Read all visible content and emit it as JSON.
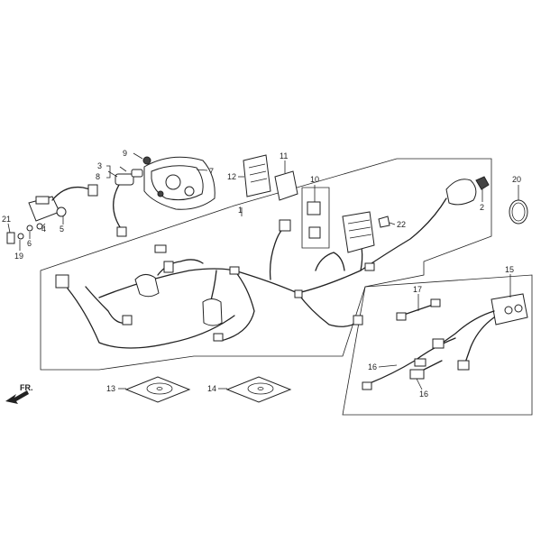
{
  "callouts": {
    "p1": "1",
    "p2": "2",
    "p3": "3",
    "p4": "4",
    "p5": "5",
    "p6": "6",
    "p7": "7",
    "p8": "8",
    "p9": "9",
    "p10": "10",
    "p11": "11",
    "p12": "12",
    "p13": "13",
    "p14": "14",
    "p15": "15",
    "p16a": "16",
    "p16b": "16",
    "p17": "17",
    "p19": "19",
    "p20": "20",
    "p21": "21",
    "p22": "22"
  },
  "front_marker": "FR."
}
